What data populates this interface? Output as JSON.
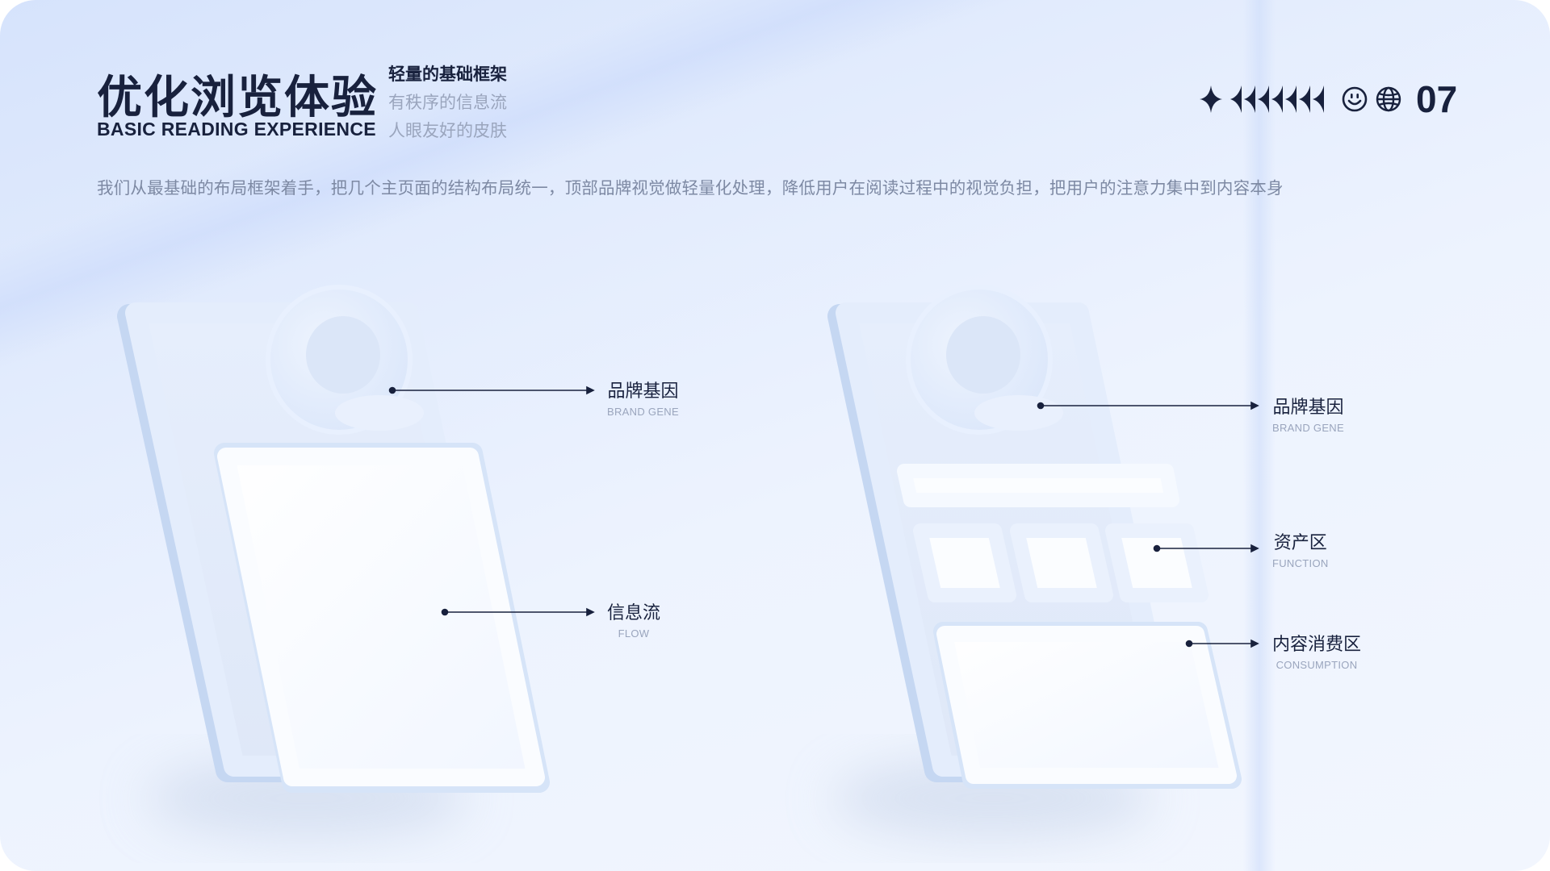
{
  "header": {
    "title": "优化浏览体验",
    "title_en": "BASIC READING EXPERIENCE",
    "subtitles": [
      "轻量的基础框架",
      "有秩序的信息流",
      "人眼友好的皮肤"
    ],
    "description": "我们从最基础的布局框架着手，把几个主页面的结构布局统一，顶部品牌视觉做轻量化处理，降低用户在阅读过程中的视觉负担，把用户的注意力集中到内容本身",
    "page_number": "07",
    "icons": [
      "sparkle-icon",
      "chevrons-left-icon",
      "smiley-icon",
      "globe-icon"
    ]
  },
  "left_device": {
    "labels": [
      {
        "cn": "品牌基因",
        "en": "BRAND GENE"
      },
      {
        "cn": "信息流",
        "en": "FLOW"
      }
    ]
  },
  "right_device": {
    "labels": [
      {
        "cn": "品牌基因",
        "en": "BRAND GENE"
      },
      {
        "cn": "资产区",
        "en": "FUNCTION"
      },
      {
        "cn": "内容消费区",
        "en": "CONSUMPTION"
      }
    ]
  },
  "colors": {
    "text": "#18213d",
    "muted": "#9aa5bd",
    "background": "#e3ecfd"
  }
}
